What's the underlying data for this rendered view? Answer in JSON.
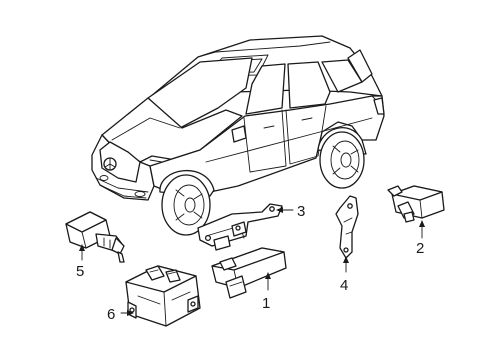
{
  "callouts": [
    {
      "id": "1",
      "label": "1"
    },
    {
      "id": "2",
      "label": "2"
    },
    {
      "id": "3",
      "label": "3"
    },
    {
      "id": "4",
      "label": "4"
    },
    {
      "id": "5",
      "label": "5"
    },
    {
      "id": "6",
      "label": "6"
    }
  ],
  "parts": [
    "vehicle",
    "receiver-module",
    "tpms-sensor-2",
    "bracket-3",
    "bracket-4",
    "valve-sensor-5",
    "control-module-6"
  ]
}
